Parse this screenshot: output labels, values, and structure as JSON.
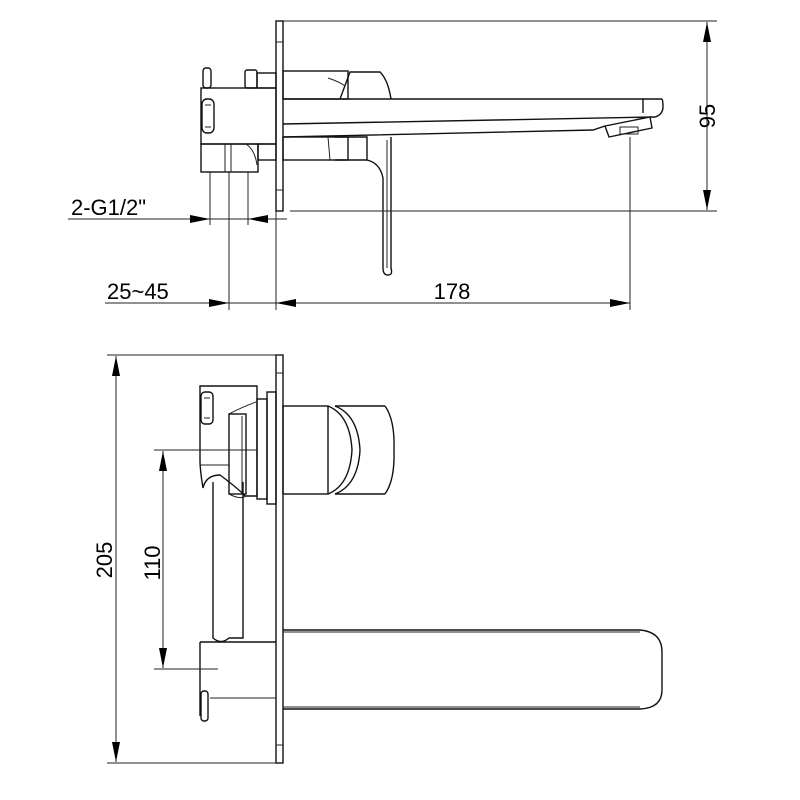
{
  "drawing": {
    "title": "Wall-mounted basin mixer technical drawing",
    "views": {
      "side_view": {
        "dimensions": {
          "height": "95",
          "connection": "2-G1/2\"",
          "wall_depth": "25~45",
          "spout_length": "178"
        }
      },
      "top_view": {
        "dimensions": {
          "plate_height": "205",
          "center_distance": "110"
        }
      }
    },
    "colors": {
      "line": "#111111",
      "background": "#ffffff"
    }
  }
}
